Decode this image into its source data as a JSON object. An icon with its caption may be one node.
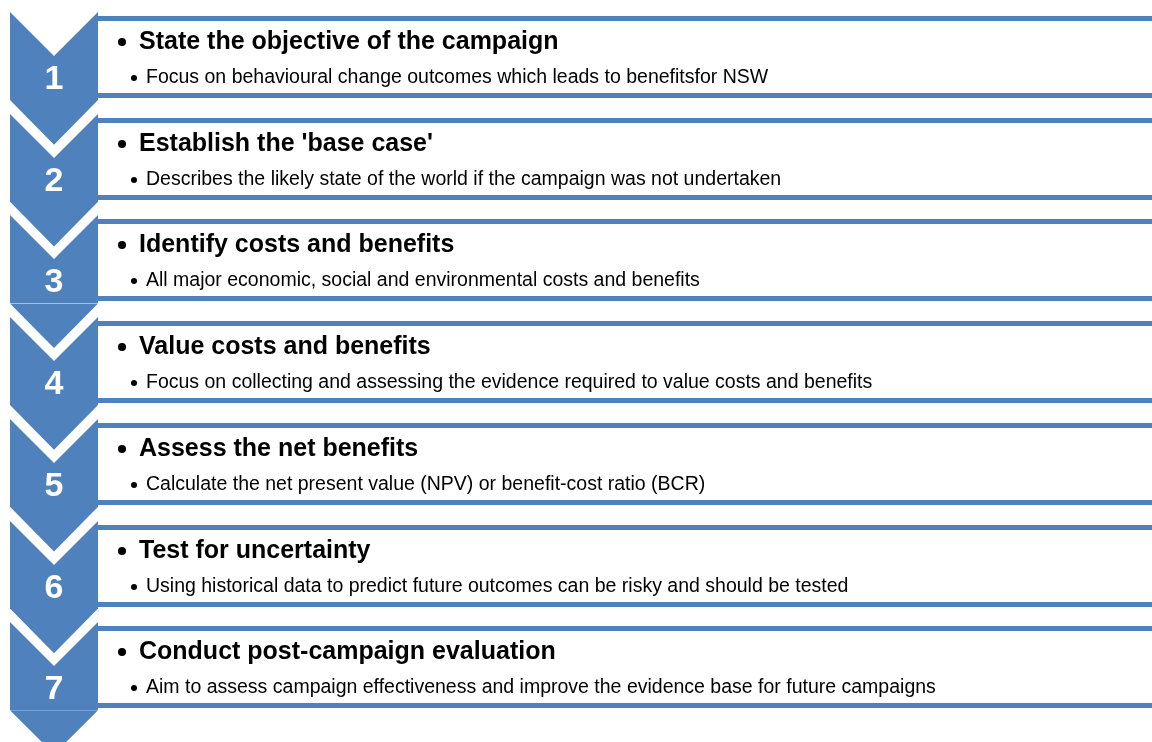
{
  "diagram": {
    "nodes": [
      {
        "text": [
          "1"
        ]
      },
      {
        "text": [
          "State the objective of the campaign",
          "Focus on behavioural change outcomes which leads to benefitsfor NSW"
        ]
      },
      {
        "text": [
          "2"
        ]
      },
      {
        "text": [
          "Establish the 'base case'",
          "Describes the likely state of the world if the campaign was not undertaken"
        ]
      },
      {
        "text": [
          "3"
        ]
      },
      {
        "text": [
          "Identify costs and benefits",
          "All major economic, social and environmental costs and benefits"
        ]
      },
      {
        "text": [
          "4"
        ]
      },
      {
        "text": [
          "Value costs and benefits",
          "Focus on collecting and assessing the evidence required to value costs and benefits"
        ]
      },
      {
        "text": [
          "5"
        ]
      },
      {
        "text": [
          "Assess the net benefits",
          "Calculate the net present value (NPV) or benefit-cost ratio (BCR)"
        ]
      },
      {
        "text": [
          "6"
        ]
      },
      {
        "text": [
          "Test for uncertainty",
          "Using historical data to predict future outcomes can be risky and should be tested"
        ]
      },
      {
        "text": [
          "7"
        ]
      },
      {
        "text": [
          "Conduct post-campaign evaluation",
          "Aim to assess campaign effectiveness and improve the evidence base for future campaigns"
        ]
      }
    ],
    "edges": [
      {
        "from": 0,
        "to": 2,
        "arrow": "to"
      },
      {
        "from": 2,
        "to": 4,
        "arrow": "to"
      },
      {
        "from": 4,
        "to": 6,
        "arrow": "to"
      },
      {
        "from": 6,
        "to": 8,
        "arrow": "to"
      },
      {
        "from": 8,
        "to": 10,
        "arrow": "to"
      },
      {
        "from": 10,
        "to": 12,
        "arrow": "to"
      },
      {
        "from": 12,
        "to": null,
        "arrow": "to"
      }
    ]
  }
}
